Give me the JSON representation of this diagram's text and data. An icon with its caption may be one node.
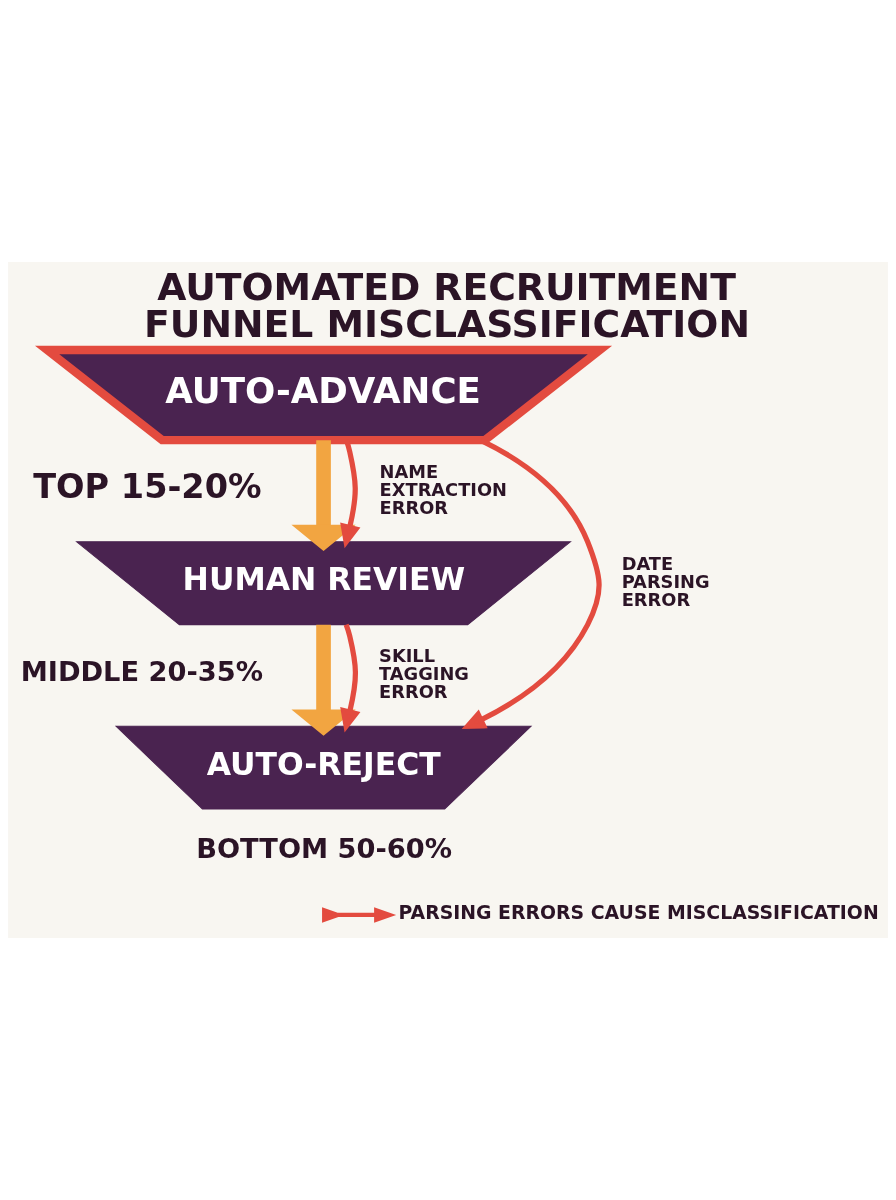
{
  "diagram": {
    "title": "AUTOMATED RECRUITMENT FUNNEL MISCLASSIFICATION",
    "nodes": [
      {
        "text": [
          "AUTO-ADVANCE"
        ],
        "beside": [
          "TOP 15-20%"
        ]
      },
      {
        "text": [
          "HUMAN REVIEW"
        ],
        "beside": [
          "MIDDLE 20-35%"
        ]
      },
      {
        "text": [
          "AUTO-REJECT"
        ],
        "beside": [
          "BOTTOM 50-60%"
        ]
      }
    ],
    "edges": [
      {
        "from": 0,
        "to": 1,
        "arrow": "to",
        "style": "thick",
        "color": "#f2a541"
      },
      {
        "from": 1,
        "to": 2,
        "arrow": "to",
        "style": "thick",
        "color": "#f2a541"
      },
      {
        "from": 0,
        "to": 1,
        "arrow": "to",
        "label": "NAME EXTRACTION ERROR"
      },
      {
        "from": 1,
        "to": 2,
        "arrow": "to",
        "label": "SKILL TAGGING ERROR"
      },
      {
        "from": 0,
        "to": 2,
        "arrow": "to",
        "label": "DATE PARSING ERROR"
      }
    ],
    "legend": [
      {
        "text": "PARSING ERRORS CAUSE MISCLASSIFICATION"
      }
    ]
  }
}
